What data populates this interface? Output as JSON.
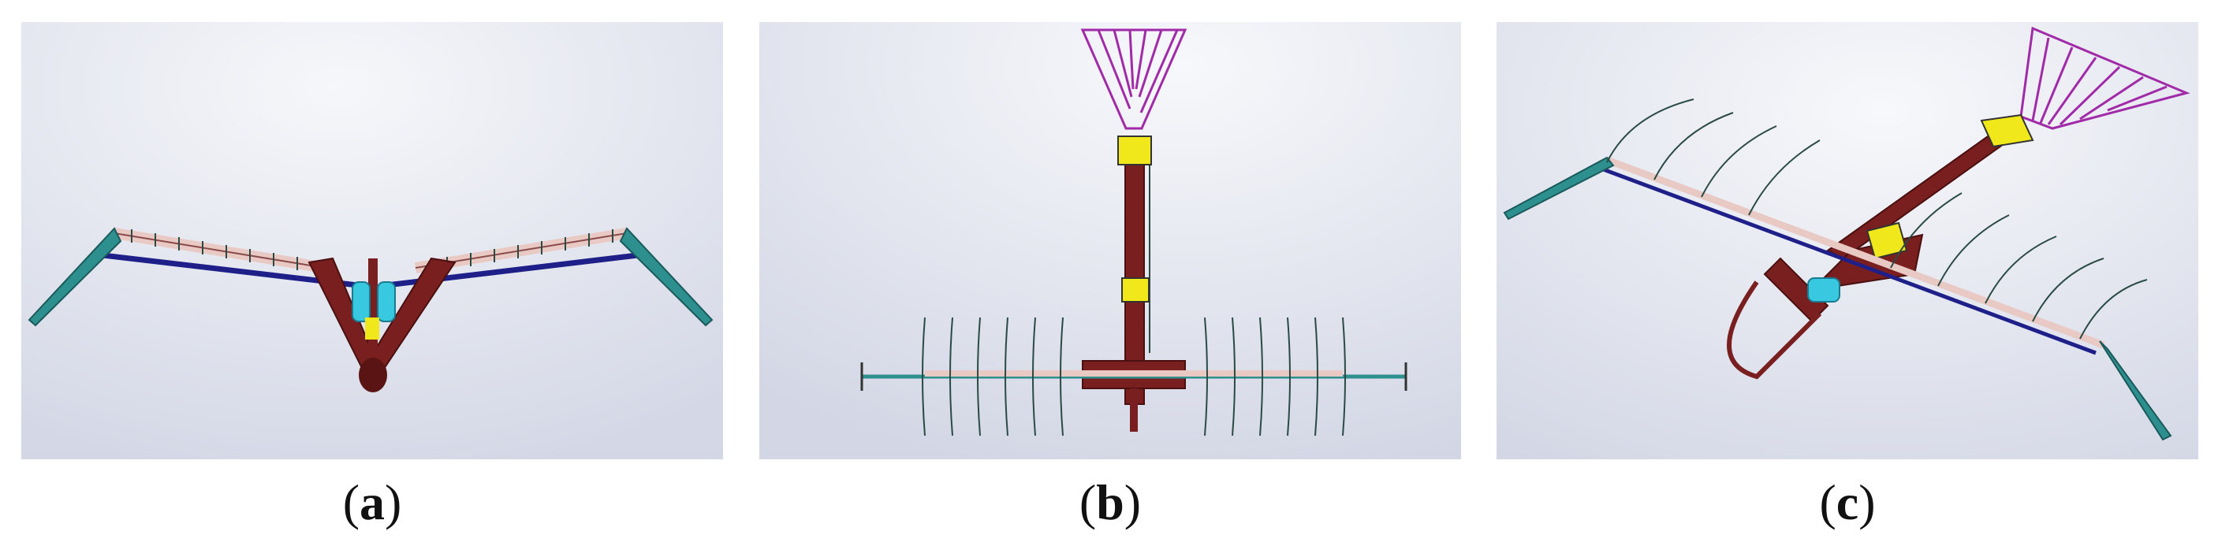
{
  "figure": {
    "panels": [
      {
        "id": "a",
        "open": "(",
        "letter": "a",
        "close": ")"
      },
      {
        "id": "b",
        "open": "(",
        "letter": "b",
        "close": ")"
      },
      {
        "id": "c",
        "open": "(",
        "letter": "c",
        "close": ")"
      }
    ]
  },
  "colors": {
    "background": "#ffffff",
    "viewport_light": "#f3f4f8",
    "viewport_dark": "#d6d9e6",
    "frame_red": "#7a1f1f",
    "spar_blue": "#1f1f8a",
    "wing_pink": "#e9c9c4",
    "tip_teal": "#2e8f8f",
    "rib_dark": "#2a4a44",
    "bracket_cyan": "#38c8e0",
    "box_yellow": "#f0e81a",
    "tail_magenta": "#a02aa8"
  }
}
